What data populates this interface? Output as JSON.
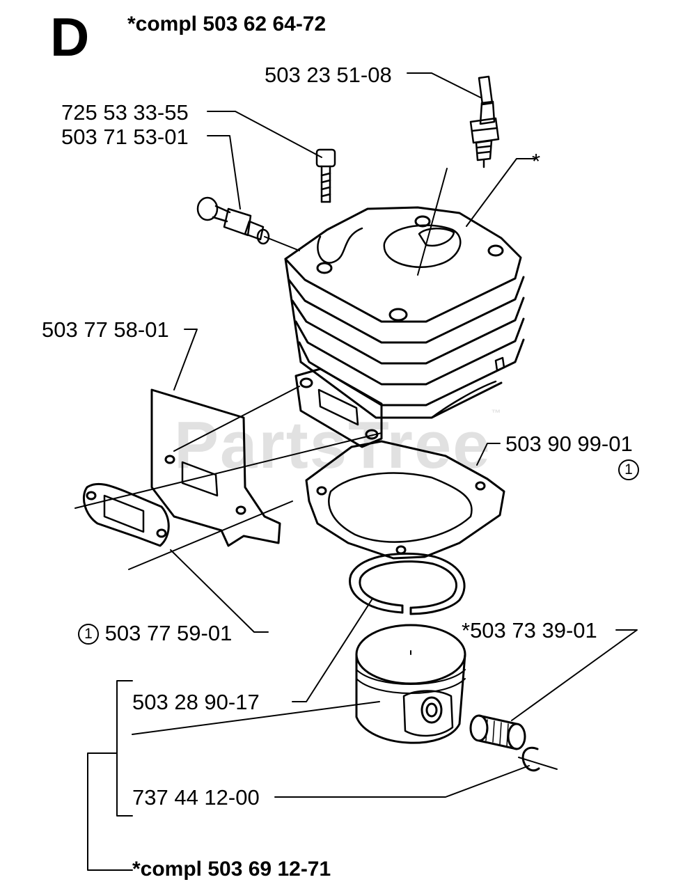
{
  "section_letter": "D",
  "header_assembly": "*compl 503 62 64-72",
  "footer_assembly": "*compl 503 69 12-71",
  "watermark": {
    "text": "PartsTree",
    "mark": "™"
  },
  "parts": {
    "spark_plug": "503 23 51-08",
    "cylinder_screw": "725 53 33-55",
    "decompression_valve": "503 71 53-01",
    "cylinder_marker": "*",
    "heat_shield": "503 77 58-01",
    "cylinder_gasket": "503 90 99-01",
    "cylinder_gasket_ref": "1",
    "muffler_gasket": "503 77 59-01",
    "muffler_gasket_ref": "1",
    "needle_bearing": "*503 73 39-01",
    "piston_ring": "503 28 90-17",
    "circlip": "737 44 12-00"
  }
}
